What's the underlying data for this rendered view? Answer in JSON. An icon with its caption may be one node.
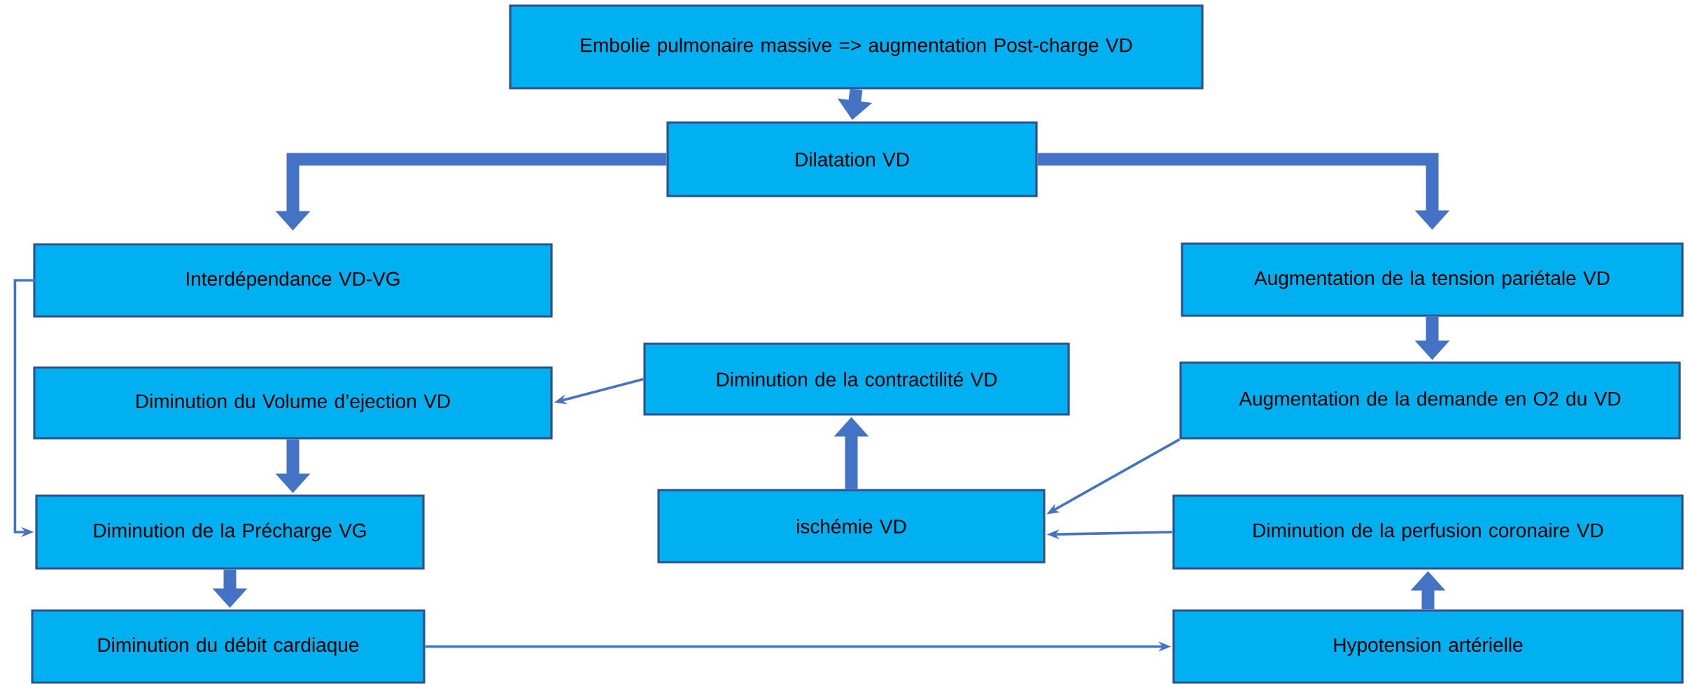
{
  "diagram": {
    "nodes": [
      {
        "text": [
          "Embolie pulmonaire massive => augmentation  Post-charge VD"
        ]
      },
      {
        "text": [
          "Dilatation VD"
        ]
      },
      {
        "text": [
          "Interdépendance VD-VG"
        ]
      },
      {
        "text": [
          "Augmentation de la tension pariétale VD"
        ]
      },
      {
        "text": [
          "Diminution du Volume d’ejection VD"
        ]
      },
      {
        "text": [
          "Diminution de la contractilité VD"
        ]
      },
      {
        "text": [
          "Augmentation de la demande en O2 du VD"
        ]
      },
      {
        "text": [
          "Diminution de la Précharge VG"
        ]
      },
      {
        "text": [
          "ischémie VD"
        ]
      },
      {
        "text": [
          "Diminution de la perfusion coronaire VD"
        ]
      },
      {
        "text": [
          "Diminution du débit cardiaque"
        ]
      },
      {
        "text": [
          "Hypotension artérielle"
        ]
      }
    ],
    "edges": [
      {
        "from": 0,
        "to": 1,
        "arrow": "to"
      },
      {
        "from": 1,
        "to": 2,
        "arrow": "to"
      },
      {
        "from": 1,
        "to": 3,
        "arrow": "to"
      },
      {
        "from": 2,
        "to": 7,
        "arrow": "to"
      },
      {
        "from": 5,
        "to": 4,
        "arrow": "to"
      },
      {
        "from": 4,
        "to": 7,
        "arrow": "to"
      },
      {
        "from": 3,
        "to": 6,
        "arrow": "to"
      },
      {
        "from": 8,
        "to": 5,
        "arrow": "to"
      },
      {
        "from": 6,
        "to": 8,
        "arrow": "to"
      },
      {
        "from": 9,
        "to": 8,
        "arrow": "to"
      },
      {
        "from": 7,
        "to": 10,
        "arrow": "to"
      },
      {
        "from": 10,
        "to": 11,
        "arrow": "to"
      },
      {
        "from": 11,
        "to": 9,
        "arrow": "to"
      }
    ]
  }
}
